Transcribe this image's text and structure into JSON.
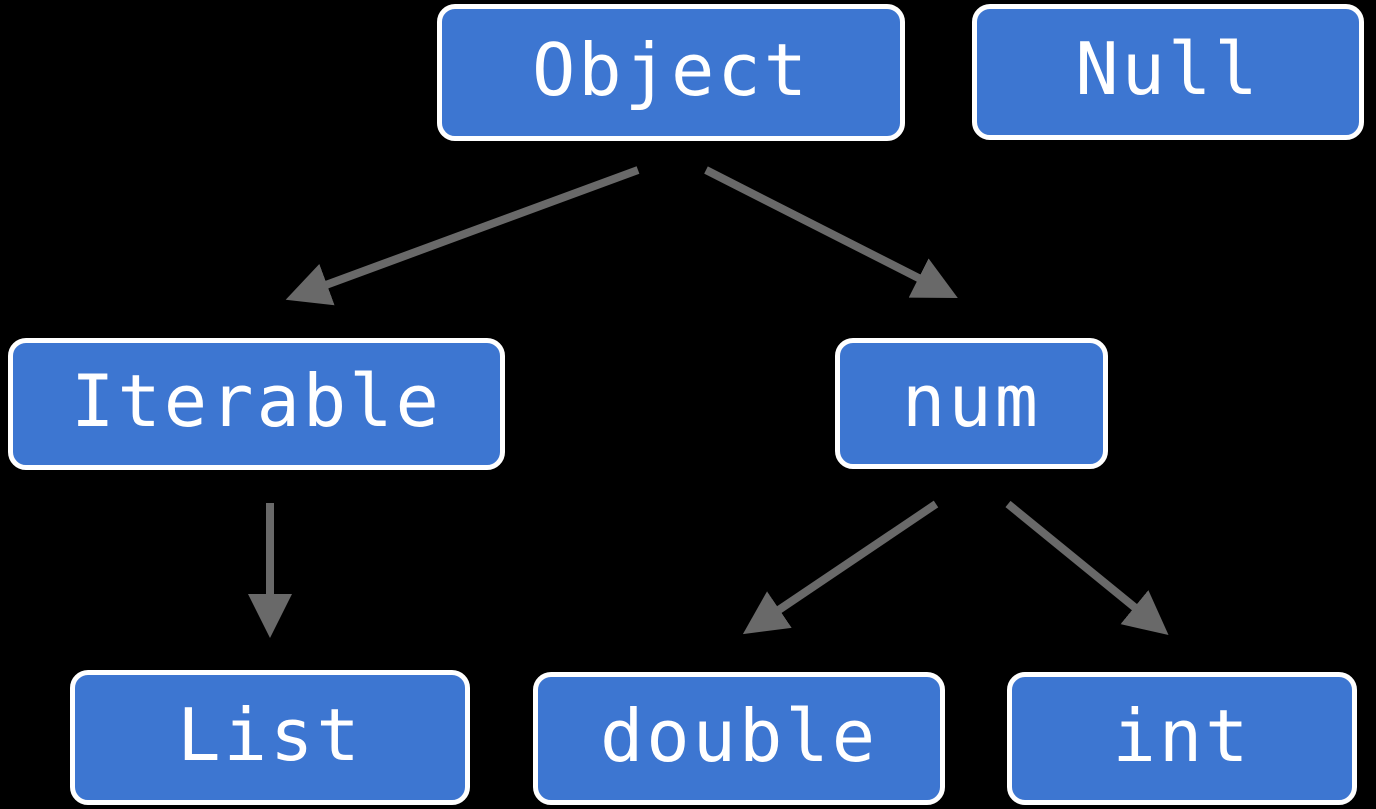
{
  "diagram": {
    "description": "Type hierarchy diagram",
    "nodes": [
      {
        "id": "object",
        "label": "Object"
      },
      {
        "id": "null",
        "label": "Null"
      },
      {
        "id": "iterable",
        "label": "Iterable"
      },
      {
        "id": "num",
        "label": "num"
      },
      {
        "id": "list",
        "label": "List"
      },
      {
        "id": "double",
        "label": "double"
      },
      {
        "id": "int",
        "label": "int"
      }
    ],
    "edges": [
      {
        "from": "Object",
        "to": "Iterable"
      },
      {
        "from": "Object",
        "to": "num"
      },
      {
        "from": "Iterable",
        "to": "List"
      },
      {
        "from": "num",
        "to": "double"
      },
      {
        "from": "num",
        "to": "int"
      }
    ],
    "colors": {
      "background": "#000000",
      "node_fill": "#3D76D1",
      "node_border": "#FFFFFF",
      "node_text": "#FFFFFF",
      "arrow": "#696969"
    }
  }
}
